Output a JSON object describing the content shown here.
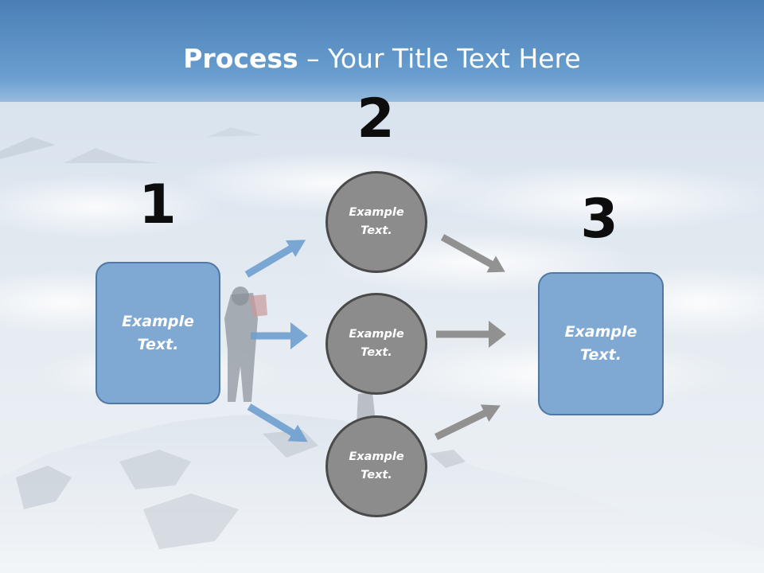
{
  "title": {
    "bold": "Process",
    "rest": " – Your Title Text Here"
  },
  "steps": [
    {
      "number": "1",
      "text": "Example\nText."
    },
    {
      "number": "2",
      "items": [
        "Example\nText.",
        "Example\nText.",
        "Example\nText."
      ]
    },
    {
      "number": "3",
      "text": "Example\nText."
    }
  ],
  "colors": {
    "box_fill": "#7fa8d3",
    "box_border": "#4f78a5",
    "circle_fill": "#8c8c8c",
    "circle_border": "#4a4a4a",
    "blue_arrow": "#6f9fd0",
    "gray_arrow": "#8a8a8a",
    "sky_top": "#4f86c0"
  }
}
